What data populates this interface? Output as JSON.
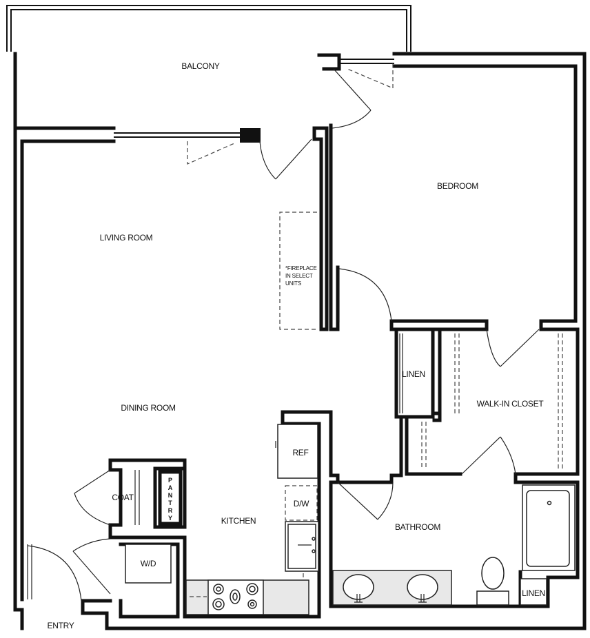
{
  "rooms": {
    "balcony": "BALCONY",
    "bedroom": "BEDROOM",
    "living_room": "LIVING ROOM",
    "dining_room": "DINING ROOM",
    "kitchen": "KITCHEN",
    "bathroom": "BATHROOM",
    "walk_in_closet": "WALK-IN CLOSET",
    "entry": "ENTRY",
    "coat": "COAT",
    "wd": "W/D",
    "ref": "REF",
    "dw": "D/W",
    "linen_hall": "LINEN",
    "linen_bath": "LINEN"
  },
  "pantry_letters": [
    "P",
    "A",
    "N",
    "T",
    "R",
    "Y"
  ],
  "fireplace_note": [
    "*FIREPLACE",
    "IN SELECT",
    "UNITS"
  ]
}
